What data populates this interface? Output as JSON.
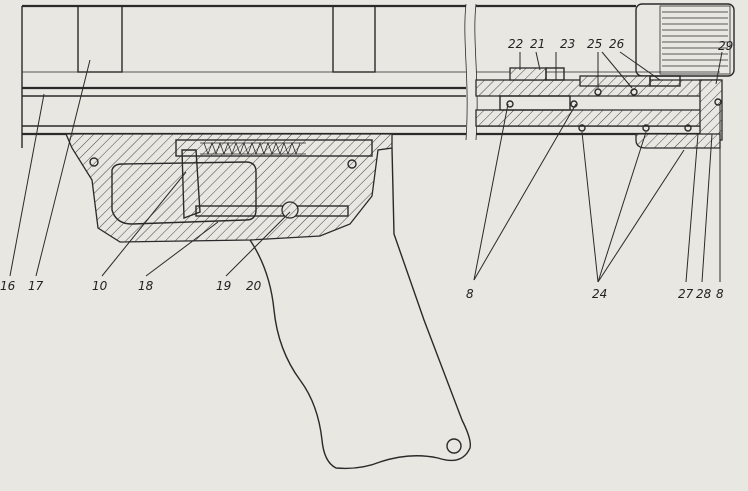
{
  "labels": {
    "l22": "22",
    "l21": "21",
    "l23": "23",
    "l25": "25",
    "l26": "26",
    "l29": "29",
    "l16": "16",
    "l17": "17",
    "l10": "10",
    "l18": "18",
    "l19": "19",
    "l20": "20",
    "l8a": "8",
    "l24": "24",
    "l27": "27",
    "l28": "28",
    "l8b": "8"
  },
  "colors": {
    "paper": "#e9e7e2",
    "ink": "#2a2a2a"
  }
}
